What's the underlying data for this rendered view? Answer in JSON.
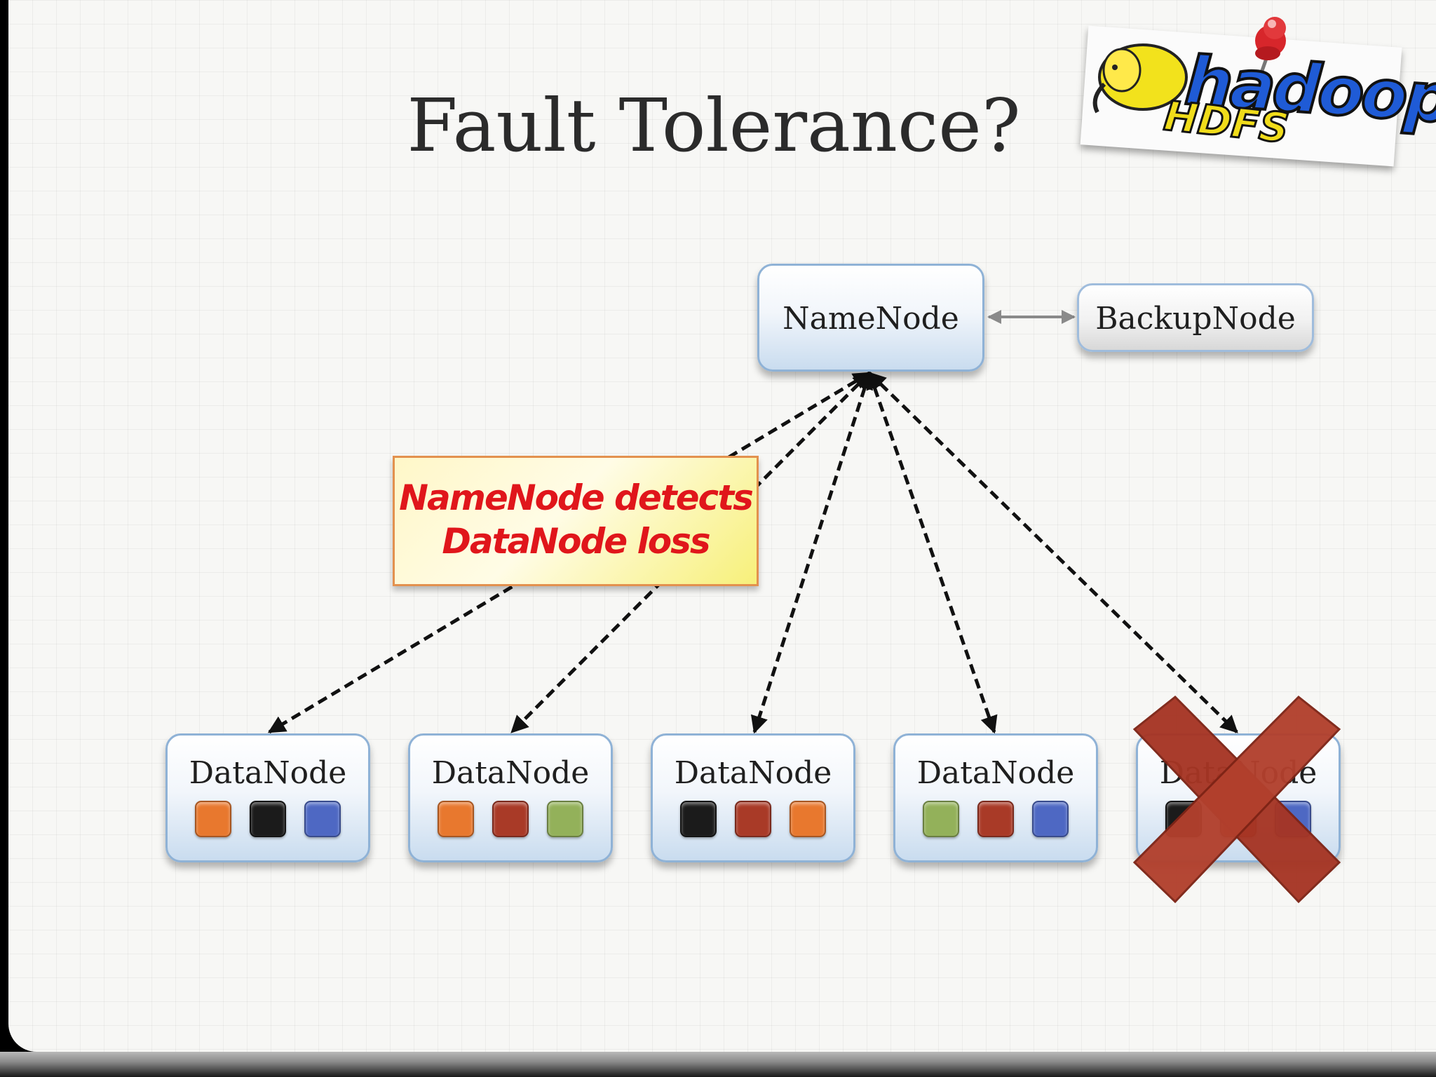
{
  "slide": {
    "title": "Fault Tolerance?"
  },
  "logo": {
    "word": "hadoop",
    "sub": "HDFS"
  },
  "namenode": {
    "label": "NameNode"
  },
  "backupnode": {
    "label": "BackupNode"
  },
  "note": {
    "line1": "NameNode detects",
    "line2": "DataNode loss"
  },
  "datanodes": [
    {
      "label": "DataNode",
      "blocks": [
        "orange",
        "black",
        "blue"
      ]
    },
    {
      "label": "DataNode",
      "blocks": [
        "orange",
        "red",
        "green"
      ]
    },
    {
      "label": "DataNode",
      "blocks": [
        "black",
        "red",
        "orange"
      ]
    },
    {
      "label": "DataNode",
      "blocks": [
        "green",
        "red",
        "blue"
      ]
    },
    {
      "label": "DataNode",
      "blocks": [
        "black",
        "red",
        "blue"
      ],
      "failed": true
    }
  ],
  "colors": {
    "orange": "#e8782e",
    "black": "#1b1b1b",
    "blue": "#4e68c3",
    "red": "#a93a27",
    "green": "#93b15a",
    "cross": "#a63524",
    "note_text": "#e0161b"
  }
}
